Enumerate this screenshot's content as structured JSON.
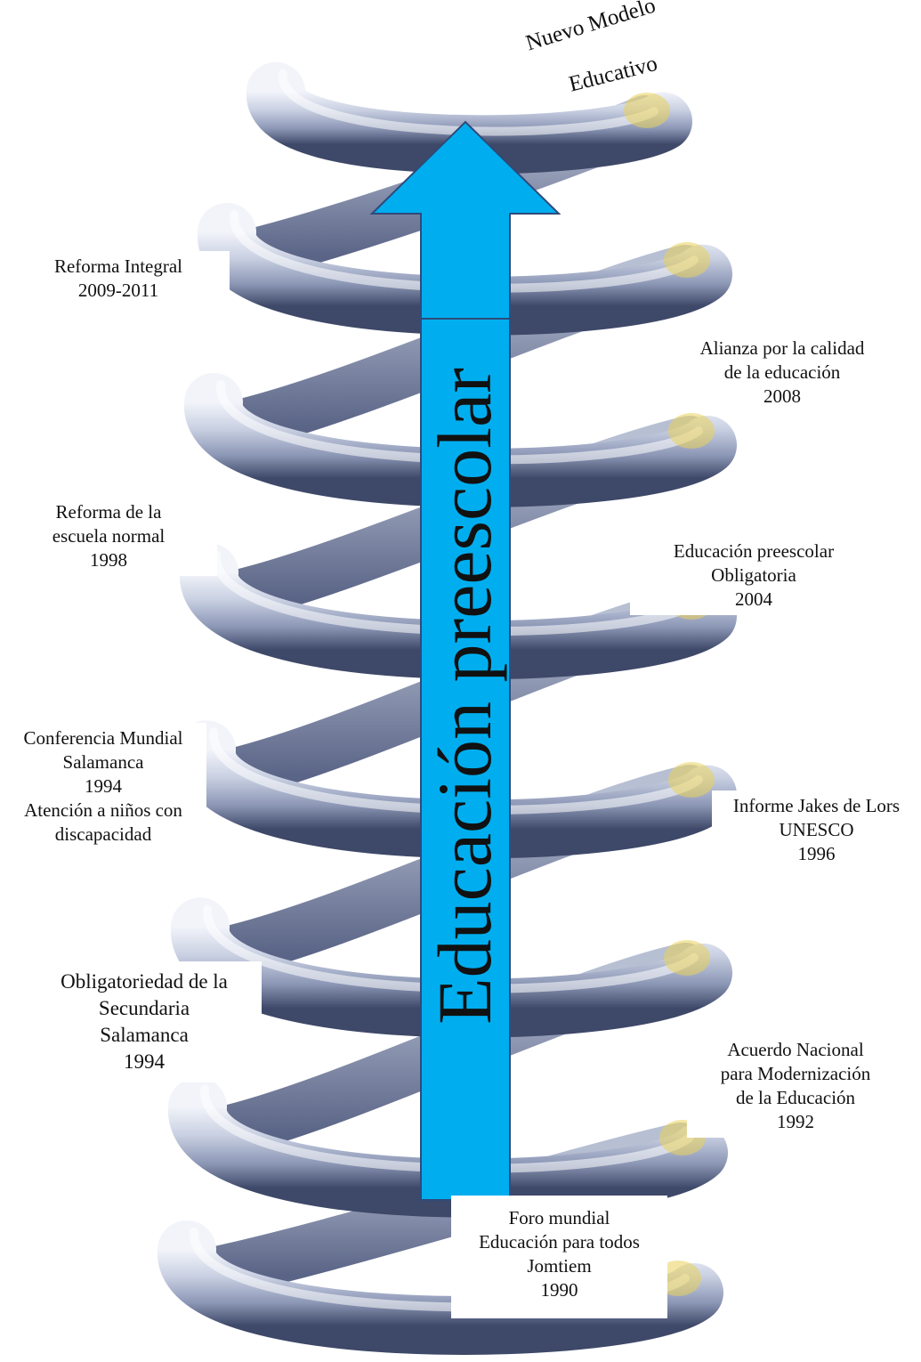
{
  "arrow": {
    "text": "Educación preescolar",
    "fill": "#00AEEF",
    "stroke": "#2F4A7A"
  },
  "top_label": {
    "line1": "Nuevo Modelo",
    "line2": "Educativo"
  },
  "milestones_left": [
    {
      "lines": [
        "Reforma Integral",
        "2009-2011"
      ]
    },
    {
      "lines": [
        "Reforma  de la",
        "escuela normal",
        "1998"
      ]
    },
    {
      "lines": [
        "Conferencia Mundial",
        "Salamanca",
        "1994",
        "Atención a niños con",
        "discapacidad"
      ]
    },
    {
      "lines": [
        "Obligatoriedad de la",
        "Secundaria",
        "Salamanca",
        "1994"
      ]
    }
  ],
  "milestones_right": [
    {
      "lines": [
        "Alianza por la calidad",
        "de la educación",
        "2008"
      ]
    },
    {
      "lines": [
        "Educación preescolar",
        "Obligatoria",
        "2004"
      ]
    },
    {
      "lines": [
        "Informe Jakes de Lors",
        "UNESCO",
        "1996"
      ]
    },
    {
      "lines": [
        "Acuerdo Nacional",
        "para Modernización",
        "de la Educación",
        "1992"
      ]
    }
  ],
  "milestone_bottom": {
    "lines": [
      "Foro mundial",
      "Educación para todos",
      "Jomtiem",
      "1990"
    ]
  },
  "colors": {
    "spring_light": "#E6EAF4",
    "spring_mid": "#9AA6C4",
    "spring_dark": "#3E4868",
    "spring_tip": "#E9D25A"
  }
}
